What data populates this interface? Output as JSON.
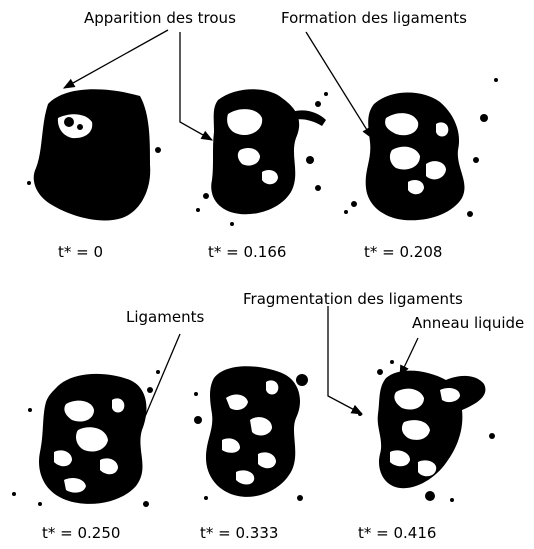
{
  "annotations": {
    "holes_appearance": "Apparition des trous",
    "ligament_formation": "Formation des ligaments",
    "ligaments": "Ligaments",
    "ligament_fragmentation": "Fragmentation des ligaments",
    "liquid_ring": "Anneau liquide"
  },
  "frames": [
    {
      "time_label": "t* = 0"
    },
    {
      "time_label": "t* = 0.166"
    },
    {
      "time_label": "t* = 0.208"
    },
    {
      "time_label": "t* = 0.250"
    },
    {
      "time_label": "t* = 0.333"
    },
    {
      "time_label": "t* = 0.416"
    }
  ],
  "colors": {
    "liquid": "#000000",
    "background": "#ffffff"
  }
}
